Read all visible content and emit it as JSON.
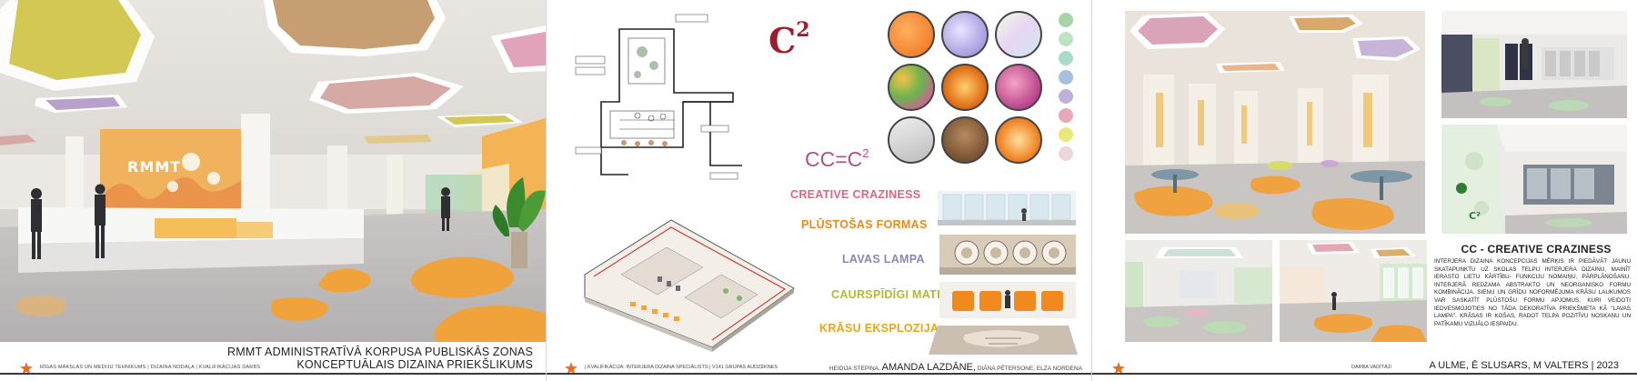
{
  "panel1": {
    "title_line1": "RMMT ADMINISTRATĪVĀ KORPUSA PUBLISKĀS ZONAS",
    "title_line2": "KONCEPTUĀLAIS DIZAINA PRIEKŠLIKUMS",
    "footer": "RĪGAS MĀKSLAS UN MEDIJU TEHNIKUMS | DIZAINA NODAĻA | KVALIFIKĀCIJAS DARBS",
    "wall_logo": "RMMT"
  },
  "panel2": {
    "c2_label": "C",
    "c2_exp": "2",
    "equation_left": "CC=C",
    "equation_exp": "2",
    "concepts": [
      {
        "label": "CREATIVE CRAZINESS",
        "color": "#e0657a"
      },
      {
        "label": "PLŪSTOŠAS FORMAS",
        "color": "#e98a1c"
      },
      {
        "label": "LAVAS LAMPA",
        "color": "#8c86b8"
      },
      {
        "label": "CAURSPĪDĪGI MATERIĀLI",
        "color": "#b4bb2a"
      },
      {
        "label": "KRĀSU EKSPLOZIJA",
        "color": "#e7a61a"
      }
    ],
    "footer_left": "| KVALIFIKĀCIJA: INTERJERA DIZAINA SPECIĀLISTS | V141 GRUPAS AUDZĒKNES",
    "footer_name1": "HEIDIJA STEPIŅA,",
    "footer_name2": "AMANDA LAZDĀNE,",
    "footer_name3": "DIĀNA PĒTERSONE, ELZA NORDENA",
    "palette": [
      "#a6d6a8",
      "#bfe3c2",
      "#a8dcc9",
      "#a9bfe0",
      "#bfb0d9",
      "#e5a9b9",
      "#e7ea7b",
      "#eed7dc"
    ]
  },
  "panel3": {
    "heading": "CC - CREATIVE CRAZINESS",
    "body": "INTERJERA DIZAINA KONCEPCIJAS MĒRĶIS IR PIEDĀVĀT JAUNU SKATAPUNKTU UZ SKOLAS TELPU INTERJERA DIZAINU, MAINĪT IERASTO LIETU KĀRTĪBU- FUNKCIJU NOMAIŅU, PĀRPLĀNOŠANU. INTERJERĀ REDZAMA ABSTRAKTO UN NEORGANISKO FORMU KOMBINĀCIJA. SIENU UN GRĪDU NOFORMĒJUMA KRĀSU LAUKUMOS VAR SASKATĪT PLŪSTOŠU FORMU APJOMUS, KURI VEIDOTI IEDVESMOJOTIES NO TĀDA DEKORATĪVA PRIEKŠMETA KĀ \"LAVAS LAMPA\". KRĀSAS IR KOŠAS, RADOT TELPA POZITĪVU NOSKAŅU UN PATĪKAMU VIZUĀLO IESPAIDU.",
    "footer_label": "DARBA VADĪTĀJI",
    "authors": "A ULME, Ē SLUSARS, M VALTERS  |  2023",
    "wall_mark": "C²"
  }
}
